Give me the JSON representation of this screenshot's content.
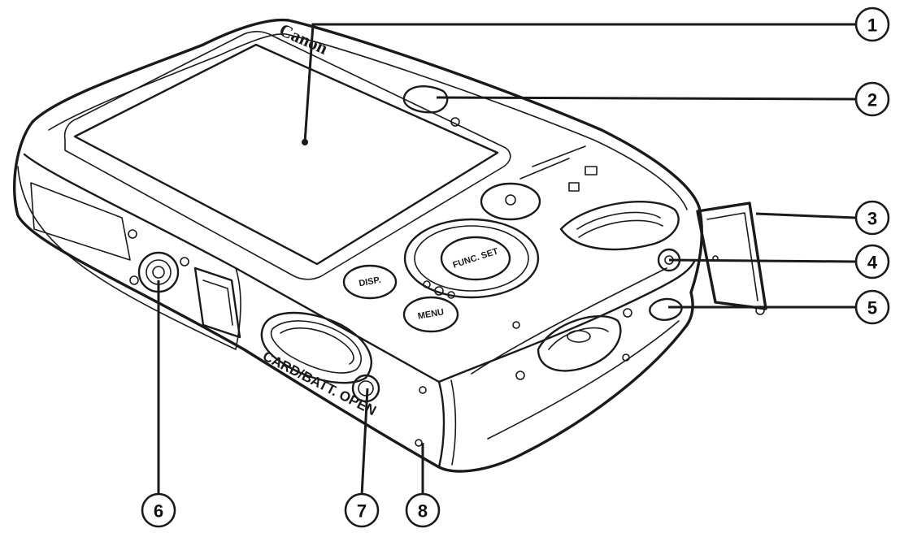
{
  "camera": {
    "brand": "Canon",
    "func_set_label": "FUNC. SET",
    "disp_label": "DISP.",
    "menu_label": "MENU",
    "card_batt_label": "CARD/BATT. OPEN"
  },
  "callouts": [
    {
      "number": "1"
    },
    {
      "number": "2"
    },
    {
      "number": "3"
    },
    {
      "number": "4"
    },
    {
      "number": "5"
    },
    {
      "number": "6"
    },
    {
      "number": "7"
    },
    {
      "number": "8"
    }
  ],
  "colors": {
    "ink": "#1a1a1a",
    "background": "#ffffff"
  }
}
